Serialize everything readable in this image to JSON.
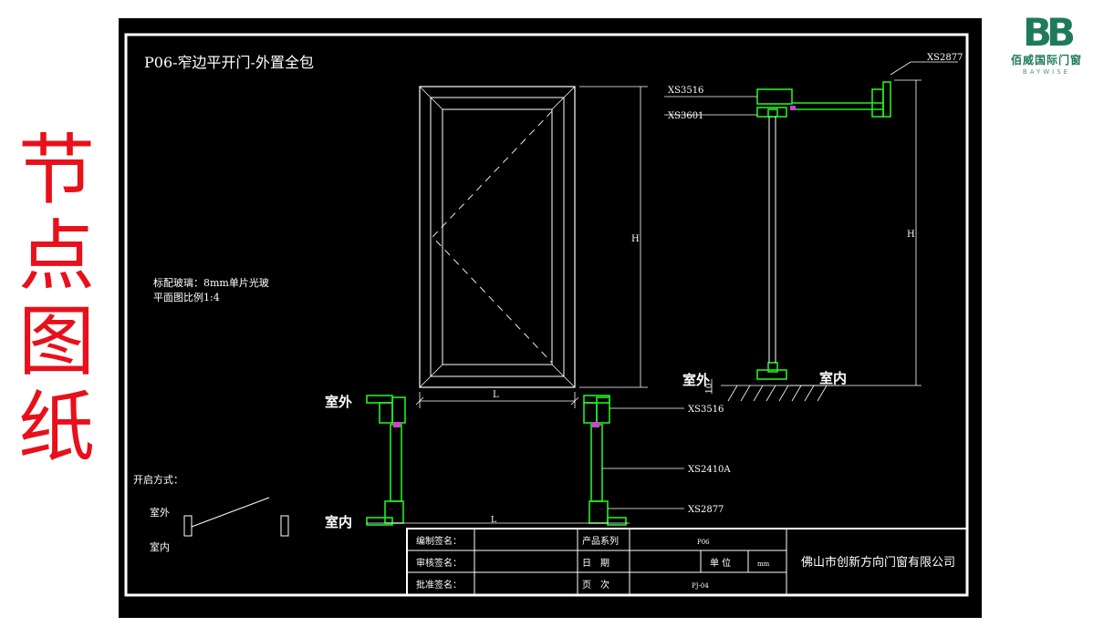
{
  "side_title": [
    "节",
    "点",
    "图",
    "纸"
  ],
  "logo": {
    "mark": "BB",
    "cn": "佰威国际门窗",
    "en": "BAYWISE"
  },
  "drawing": {
    "title": "P06-窄边平开门-外置全包",
    "notes": [
      "标配玻璃：8mm单片光玻",
      "平面图比例1:4"
    ],
    "dim_w": "L",
    "dim_h": "H",
    "dim_10": "10",
    "opening_label": "开启方式：",
    "outside": "室外",
    "inside": "室内",
    "profiles": {
      "section_top_right": "XS2877",
      "section_top_a": "XS3516",
      "section_top_b": "XS3601",
      "plan_a": "XS3516",
      "plan_b": "XS2410A",
      "plan_c": "XS2877"
    },
    "titleblock": {
      "r1c1": "编制签名：",
      "r1c3": "产品系列",
      "r1c4": "P06",
      "r2c1": "审核签名：",
      "r2c3": "日　期",
      "r2c5": "单 位",
      "r2c6": "mm",
      "r3c1": "批准签名：",
      "r3c3": "页　次",
      "r3c4": "PJ-04",
      "company": "佛山市创新方向门窗有限公司"
    }
  }
}
